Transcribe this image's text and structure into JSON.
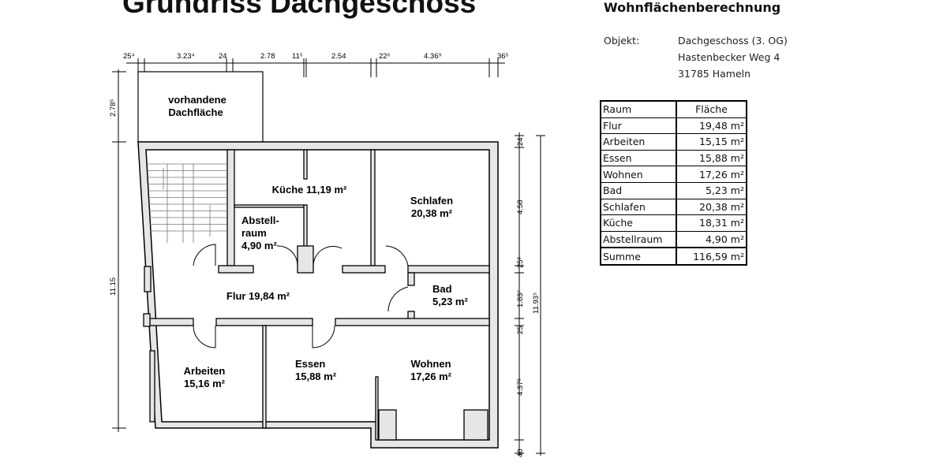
{
  "title": "Grundriss Dachgeschoss",
  "calculation": {
    "title": "Wohnflächenberechnung",
    "object_label": "Objekt:",
    "object_lines": [
      "Dachgeschoss (3. OG)",
      "Hastenbecker Weg 4",
      "31785 Hameln"
    ],
    "table": {
      "headers": [
        "Raum",
        "Fläche"
      ],
      "rows": [
        [
          "Flur",
          "19,48 m²"
        ],
        [
          "Arbeiten",
          "15,15 m²"
        ],
        [
          "Essen",
          "15,88 m²"
        ],
        [
          "Wohnen",
          "17,26 m²"
        ],
        [
          "Bad",
          "5,23 m²"
        ],
        [
          "Schlafen",
          "20,38 m²"
        ],
        [
          "Küche",
          "18,31 m²"
        ],
        [
          "Abstellraum",
          "4,90 m²"
        ]
      ],
      "total": [
        "Summe",
        "116,59 m²"
      ]
    }
  },
  "plan": {
    "roof_area": [
      "vorhandene",
      "Dachfläche"
    ],
    "rooms": {
      "kueche": [
        "Küche 11,19 m²"
      ],
      "schlafen": [
        "Schlafen",
        "20,38 m²"
      ],
      "abstell": [
        "Abstell-",
        "raum",
        "4,90 m²"
      ],
      "flur": [
        "Flur 19,84 m²"
      ],
      "bad": [
        "Bad",
        "5,23 m²"
      ],
      "arbeiten": [
        "Arbeiten",
        "15,16 m²"
      ],
      "essen": [
        "Essen",
        "15,88 m²"
      ],
      "wohnen": [
        "Wohnen",
        "17,26 m²"
      ]
    },
    "dims_top": [
      "25⁴",
      "3.23⁴",
      "24",
      "2.78",
      "11⁵",
      "2.54",
      "22⁶",
      "4.36⁹",
      "36⁵"
    ],
    "dims_left": [
      "2.78⁵",
      "11.15"
    ],
    "dims_right": [
      "24",
      "4.58",
      "25³",
      "1.83⁷",
      "25",
      "4.37⁵",
      "40"
    ],
    "dims_right_total": "11.93⁵"
  }
}
